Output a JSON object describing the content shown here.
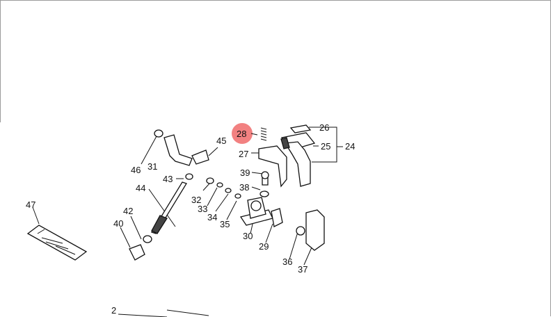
{
  "callouts": [
    {
      "id": "c26",
      "text": "26"
    },
    {
      "id": "c24",
      "text": "24"
    },
    {
      "id": "c25",
      "text": "25"
    },
    {
      "id": "c28",
      "text": "28"
    },
    {
      "id": "c27",
      "text": "27"
    },
    {
      "id": "c45",
      "text": "45"
    },
    {
      "id": "c46",
      "text": "46"
    },
    {
      "id": "c31",
      "text": "31"
    },
    {
      "id": "c43",
      "text": "43"
    },
    {
      "id": "c39",
      "text": "39"
    },
    {
      "id": "c38",
      "text": "38"
    },
    {
      "id": "c44",
      "text": "44"
    },
    {
      "id": "c32",
      "text": "32"
    },
    {
      "id": "c33",
      "text": "33"
    },
    {
      "id": "c34",
      "text": "34"
    },
    {
      "id": "c35",
      "text": "35"
    },
    {
      "id": "c47",
      "text": "47"
    },
    {
      "id": "c42",
      "text": "42"
    },
    {
      "id": "c40",
      "text": "40"
    },
    {
      "id": "c30",
      "text": "30"
    },
    {
      "id": "c29",
      "text": "29"
    },
    {
      "id": "c36",
      "text": "36"
    },
    {
      "id": "c37",
      "text": "37"
    },
    {
      "id": "c2",
      "text": "2"
    }
  ],
  "highlight": {
    "label": "28",
    "color": "#f06b6b"
  },
  "colors": {
    "line": "#111111",
    "background": "#ffffff",
    "frame": "#9a9a9a"
  }
}
